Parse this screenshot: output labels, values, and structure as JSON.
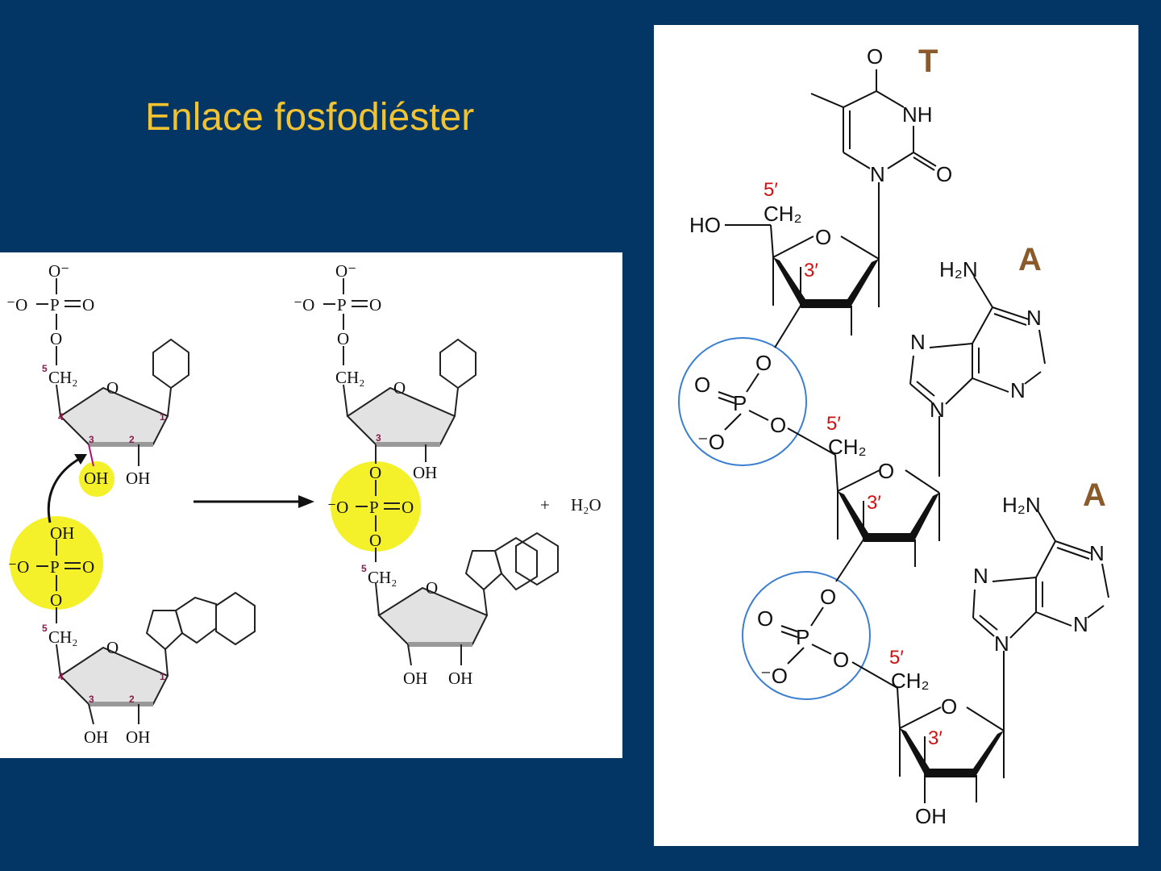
{
  "title": "Enlace fosfodiéster",
  "colors": {
    "background": "#033565",
    "title": "#f1c232",
    "highlight_yellow": "#f4f02a",
    "circle_blue": "#3b7fd0",
    "carbon_labels": "#d01010",
    "base_letters": "#8b5a2b"
  },
  "left_diagram": {
    "top_phosphate": {
      "o_minus": "O⁻",
      "o_minus_left": "⁻O",
      "p": "P",
      "o_double": "O",
      "o_bridge": "O"
    },
    "ch2": "CH₂",
    "ring_o": "O",
    "oh": "OH",
    "carbon_numbers": [
      "5",
      "4",
      "3",
      "2",
      "1"
    ],
    "free_phosphate": {
      "oh": "OH",
      "o_minus_left": "⁻O",
      "p": "P",
      "o_double": "O",
      "o_bridge": "O"
    },
    "plus": "+",
    "water": "H₂O",
    "product_phosphate": {
      "o_top": "O",
      "o_minus_left": "⁻O",
      "p": "P",
      "o_double": "O",
      "o_bottom": "O"
    }
  },
  "right_diagram": {
    "bases": [
      "T",
      "A",
      "A"
    ],
    "thymine": {
      "o_top": "O",
      "nh": "NH",
      "n": "N",
      "o_right": "O"
    },
    "adenine": {
      "nh2": "H₂N",
      "n1": "N",
      "n3": "N",
      "n7": "N",
      "n9": "N"
    },
    "ho": "HO",
    "ch2": "CH₂",
    "ring_o": "O",
    "five_prime": "5′",
    "three_prime": "3′",
    "phosphate": {
      "o_top": "O",
      "o_double": "O",
      "p": "P",
      "o_minus": "⁻O",
      "o_bridge": "O"
    },
    "terminal_oh": "OH"
  }
}
